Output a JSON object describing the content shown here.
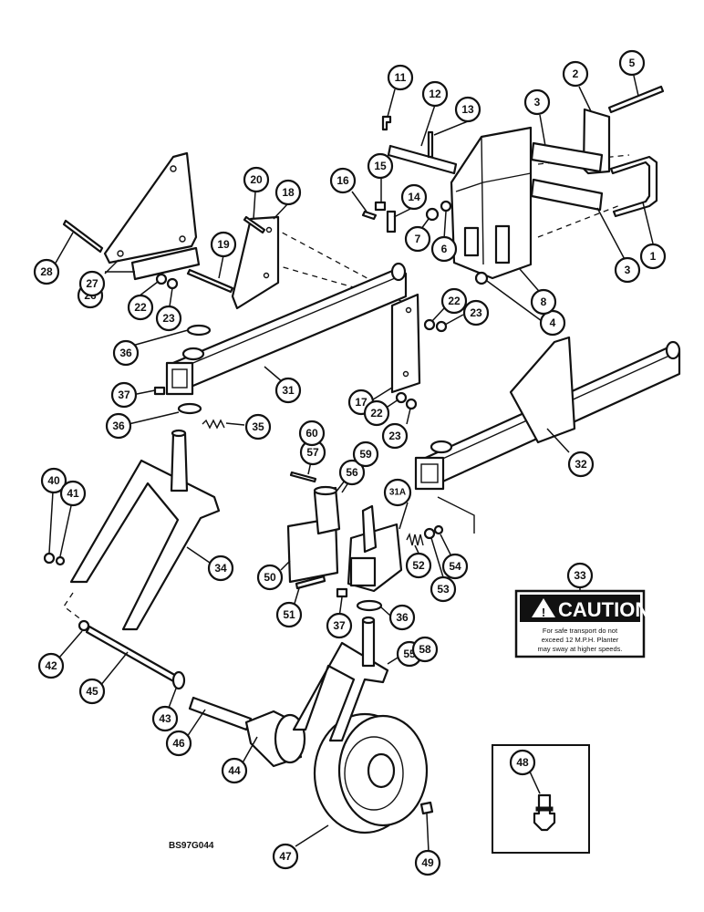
{
  "drawing_code": "BS97G044",
  "caution_decal": {
    "title": "CAUTION",
    "lines": [
      "For safe transport do not",
      "exceed 12 M.P.H. Planter",
      "may sway at higher speeds."
    ]
  },
  "callouts": [
    {
      "id": "c1",
      "label": "1"
    },
    {
      "id": "c2",
      "label": "2"
    },
    {
      "id": "c3a",
      "label": "3"
    },
    {
      "id": "c3b",
      "label": "3"
    },
    {
      "id": "c4",
      "label": "4"
    },
    {
      "id": "c5",
      "label": "5"
    },
    {
      "id": "c6",
      "label": "6"
    },
    {
      "id": "c7",
      "label": "7"
    },
    {
      "id": "c8",
      "label": "8"
    },
    {
      "id": "c11",
      "label": "11"
    },
    {
      "id": "c12",
      "label": "12"
    },
    {
      "id": "c13",
      "label": "13"
    },
    {
      "id": "c14",
      "label": "14"
    },
    {
      "id": "c15",
      "label": "15"
    },
    {
      "id": "c16",
      "label": "16"
    },
    {
      "id": "c17",
      "label": "17"
    },
    {
      "id": "c18",
      "label": "18"
    },
    {
      "id": "c19",
      "label": "19"
    },
    {
      "id": "c20",
      "label": "20"
    },
    {
      "id": "c22a",
      "label": "22"
    },
    {
      "id": "c22b",
      "label": "22"
    },
    {
      "id": "c22c",
      "label": "22"
    },
    {
      "id": "c23a",
      "label": "23"
    },
    {
      "id": "c23b",
      "label": "23"
    },
    {
      "id": "c23c",
      "label": "23"
    },
    {
      "id": "c26",
      "label": "26"
    },
    {
      "id": "c27",
      "label": "27"
    },
    {
      "id": "c28",
      "label": "28"
    },
    {
      "id": "c31",
      "label": "31"
    },
    {
      "id": "c31a",
      "label": "31A"
    },
    {
      "id": "c32",
      "label": "32"
    },
    {
      "id": "c33",
      "label": "33"
    },
    {
      "id": "c34",
      "label": "34"
    },
    {
      "id": "c35",
      "label": "35"
    },
    {
      "id": "c36a",
      "label": "36"
    },
    {
      "id": "c36b",
      "label": "36"
    },
    {
      "id": "c36c",
      "label": "36"
    },
    {
      "id": "c37a",
      "label": "37"
    },
    {
      "id": "c37b",
      "label": "37"
    },
    {
      "id": "c40",
      "label": "40"
    },
    {
      "id": "c41",
      "label": "41"
    },
    {
      "id": "c42",
      "label": "42"
    },
    {
      "id": "c43",
      "label": "43"
    },
    {
      "id": "c44",
      "label": "44"
    },
    {
      "id": "c45",
      "label": "45"
    },
    {
      "id": "c46",
      "label": "46"
    },
    {
      "id": "c47",
      "label": "47"
    },
    {
      "id": "c48",
      "label": "48"
    },
    {
      "id": "c49",
      "label": "49"
    },
    {
      "id": "c50",
      "label": "50"
    },
    {
      "id": "c51",
      "label": "51"
    },
    {
      "id": "c52",
      "label": "52"
    },
    {
      "id": "c53",
      "label": "53"
    },
    {
      "id": "c54",
      "label": "54"
    },
    {
      "id": "c55",
      "label": "55"
    },
    {
      "id": "c56",
      "label": "56"
    },
    {
      "id": "c57",
      "label": "57"
    },
    {
      "id": "c58",
      "label": "58"
    },
    {
      "id": "c59",
      "label": "59"
    },
    {
      "id": "c60",
      "label": "60"
    }
  ]
}
